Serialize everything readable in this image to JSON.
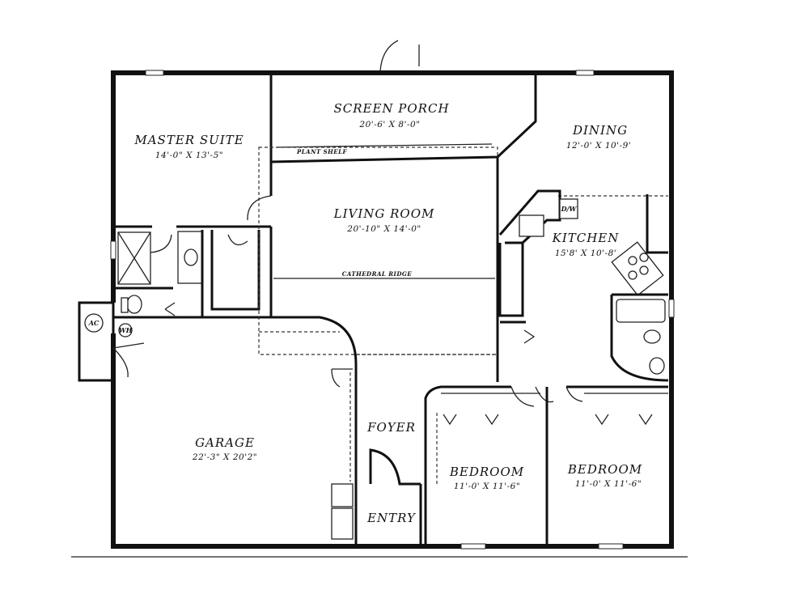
{
  "rooms": {
    "screen_porch": {
      "name": "SCREEN PORCH",
      "dims": "20'-6' X 8'-0\""
    },
    "master_suite": {
      "name": "MASTER SUITE",
      "dims": "14'-0\" X 13'-5\""
    },
    "dining": {
      "name": "DINING",
      "dims": "12'-0' X 10'-9'"
    },
    "living_room": {
      "name": "LIVING ROOM",
      "dims": "20'-10\" X 14'-0\""
    },
    "kitchen": {
      "name": "KITCHEN",
      "dims": "15'8' X 10'-8'"
    },
    "garage": {
      "name": "GARAGE",
      "dims": "22'-3\" X 20'2\""
    },
    "foyer": {
      "name": "FOYER"
    },
    "entry": {
      "name": "ENTRY"
    },
    "bedroom_1": {
      "name": "BEDROOM",
      "dims": "11'-0' X 11'-6\""
    },
    "bedroom_2": {
      "name": "BEDROOM",
      "dims": "11'-0' X 11'-6\""
    }
  },
  "annotations": {
    "plant_shelf": "PLANT SHELF",
    "cathedral_ridge": "CATHEDRAL RIDGE",
    "ac": "AC",
    "water_heater": "WH",
    "dishwasher": "D/W"
  }
}
